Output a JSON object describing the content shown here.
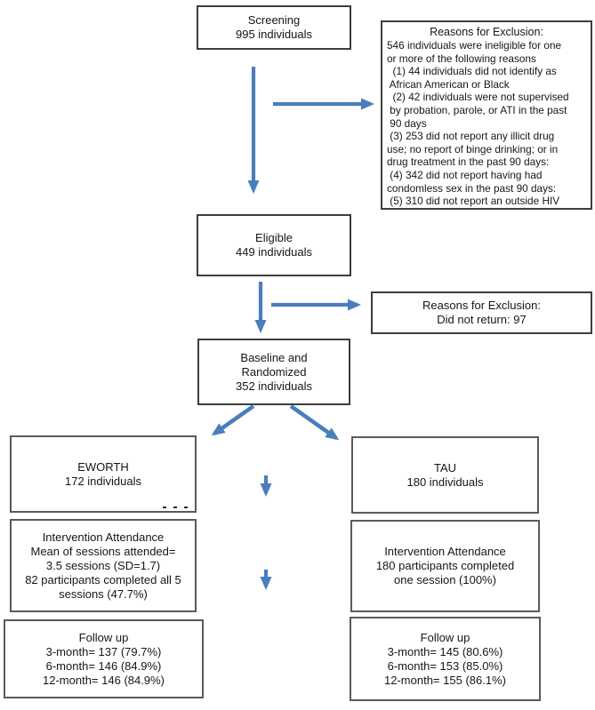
{
  "flow": {
    "screening": {
      "text": "Screening\n995 individuals"
    },
    "exclusion_top": {
      "title": "Reasons for Exclusion:",
      "body": "546 individuals were ineligible for one\nor more of the following reasons\n  (1) 44 individuals did not identify as\n African American or Black\n  (2) 42 individuals were not supervised\n by probation, parole, or ATI in the past\n 90 days\n (3) 253 did not report any illicit drug\nuse; no report of binge drinking; or in\ndrug treatment in the past 90 days:\n (4) 342 did not report having had\ncondomless sex in the past 90 days:\n (5) 310 did not report an outside HIV"
    },
    "eligible": {
      "text": "Eligible\n449 individuals"
    },
    "exclusion_mid": {
      "text": "Reasons for Exclusion:\nDid not return: 97"
    },
    "baseline": {
      "text": "Baseline and\nRandomized\n352 individuals"
    },
    "eworth": {
      "text": "EWORTH\n172 individuals"
    },
    "tau": {
      "text": "TAU\n180 individuals"
    },
    "attendance_eworth": {
      "text": "Intervention Attendance\nMean of sessions attended=\n3.5 sessions (SD=1.7)\n82 participants completed all 5\nsessions (47.7%)"
    },
    "attendance_tau": {
      "text": "Intervention Attendance\n180 participants completed\none session (100%)"
    },
    "followup_eworth": {
      "text": "Follow up\n3-month= 137 (79.7%)\n6-month= 146 (84.9%)\n12-month= 146 (84.9%)"
    },
    "followup_tau": {
      "text": "Follow up\n3-month= 145 (80.6%)\n6-month= 153 (85.0%)\n12-month= 155 (86.1%)"
    }
  },
  "colors": {
    "arrow_blue": "#4A7EBB",
    "box_border_dark": "#3d3d3d",
    "box_border_gray": "#5a5a5a",
    "text": "#161616",
    "background": "#ffffff"
  }
}
